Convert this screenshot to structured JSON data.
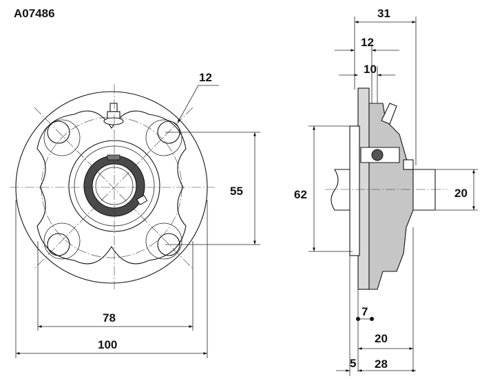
{
  "part_code": "A07486",
  "dimensions": {
    "bolt_hole_diameter": "12",
    "bolt_circle_vertical": "55",
    "bolt_circle_horizontal": "78",
    "flange_diameter": "100",
    "overall_width": "31",
    "width_12": "12",
    "width_10": "10",
    "housing_height": "62",
    "bore": "20",
    "dim_7": "7",
    "dim_20_bottom": "20",
    "dim_5": "5",
    "dim_28": "28"
  }
}
